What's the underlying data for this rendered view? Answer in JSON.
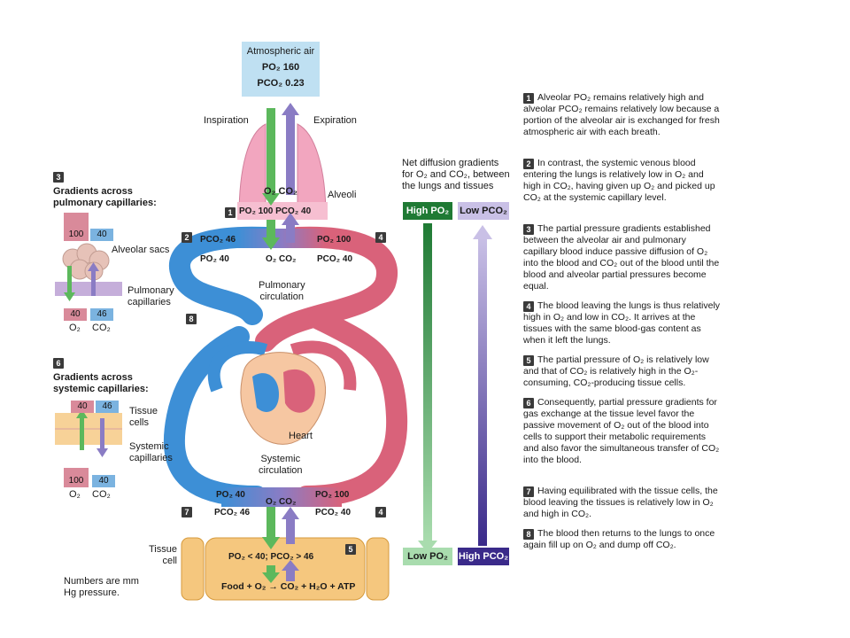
{
  "atmospheric": {
    "title": "Atmospheric air",
    "po2": "PO₂ 160",
    "pco2": "PCO₂ 0.23"
  },
  "labels": {
    "inspiration": "Inspiration",
    "expiration": "Expiration",
    "alveoli": "Alveoli",
    "o2co2_top": "O₂ CO₂",
    "alveolar_values": "PO₂ 100 PCO₂ 40",
    "pulm_circ": "Pulmonary\ncirculation",
    "sys_circ": "Systemic\ncirculation",
    "heart": "Heart",
    "tissue_cell": "Tissue\ncell",
    "numbers_note": "Numbers are mm\nHg pressure.",
    "left_top_pco2": "PCO₂ 46",
    "left_top_po2": "PO₂ 40",
    "right_top_po2": "PO₂ 100",
    "right_top_pco2": "PCO₂ 40",
    "mid_top": "O₂ CO₂",
    "left_bot_po2": "PO₂ 40",
    "left_bot_pco2": "PCO₂ 46",
    "right_bot_po2": "PO₂ 100",
    "right_bot_pco2": "PCO₂ 40",
    "mid_bot": "O₂ CO₂",
    "tissue_values": "PO₂ < 40; PCO₂ > 46",
    "tissue_eq": "Food + O₂ → CO₂ + H₂O + ATP"
  },
  "panel3": {
    "num": "3",
    "title": "Gradients across\npulmonary capillaries:",
    "top_pink": "100",
    "top_blue": "40",
    "alveolar_sacs": "Alveolar sacs",
    "pulm_caps": "Pulmonary\ncapillaries",
    "bot_pink": "40",
    "bot_blue": "46",
    "o2": "O₂",
    "co2": "CO₂"
  },
  "panel6": {
    "num": "6",
    "title": "Gradients across\nsystemic capillaries:",
    "top_pink": "40",
    "top_blue": "46",
    "tissue_cells": "Tissue\ncells",
    "sys_caps": "Systemic\ncapillaries",
    "bot_pink": "100",
    "bot_blue": "40",
    "o2": "O₂",
    "co2": "CO₂"
  },
  "gradients": {
    "title": "Net diffusion gradients\nfor O₂ and CO₂, between\nthe lungs and tissues",
    "high_po2": "High PO₂",
    "low_pco2": "Low PCO₂",
    "low_po2": "Low PO₂",
    "high_pco2": "High PCO₂"
  },
  "badges": {
    "b1": "1",
    "b2": "2",
    "b4a": "4",
    "b8": "8",
    "b7": "7",
    "b4b": "4",
    "b5": "5"
  },
  "paragraphs": [
    {
      "num": "1",
      "text": "Alveolar PO₂ remains relatively high and alveolar PCO₂ remains relatively low because a portion of the alveolar air is exchanged for fresh atmospheric air with each breath."
    },
    {
      "num": "2",
      "text": "In contrast, the systemic venous blood entering the lungs is relatively low in O₂ and high in CO₂, having given up O₂ and picked up CO₂ at the systemic capillary level."
    },
    {
      "num": "3",
      "text": "The partial pressure gradients established between the alveolar air and pulmonary capillary blood induce passive diffusion of O₂ into the blood and CO₂ out of the blood until the blood and alveolar partial pressures become equal."
    },
    {
      "num": "4",
      "text": "The blood leaving the lungs is thus relatively high in O₂ and low in CO₂. It arrives at the tissues with the same blood-gas content as when it left the lungs."
    },
    {
      "num": "5",
      "text": "The partial pressure of O₂ is relatively low and that of CO₂ is relatively high in the O₂-consuming, CO₂-producing tissue cells."
    },
    {
      "num": "6",
      "text": "Consequently, partial pressure gradients for gas exchange at the tissue level favor the passive movement of O₂ out of the blood into cells to support their metabolic requirements and also favor the simultaneous transfer of CO₂ into the blood."
    },
    {
      "num": "7",
      "text": "Having equilibrated with the tissue cells, the blood leaving the tissues is relatively low in O₂ and high in CO₂."
    },
    {
      "num": "8",
      "text": "The blood then returns to the lungs to once again fill up on O₂ and dump off CO₂."
    }
  ],
  "colors": {
    "oxygenated": "#d9627a",
    "deoxygenated": "#3d8fd6",
    "o2_arrow": "#5cb85c",
    "co2_arrow": "#8a7cc4",
    "lung": "#f2a6bf",
    "tissue": "#f5c77e",
    "gradient_green": "#2a8a3c",
    "gradient_purple": "#3a2a8a"
  }
}
